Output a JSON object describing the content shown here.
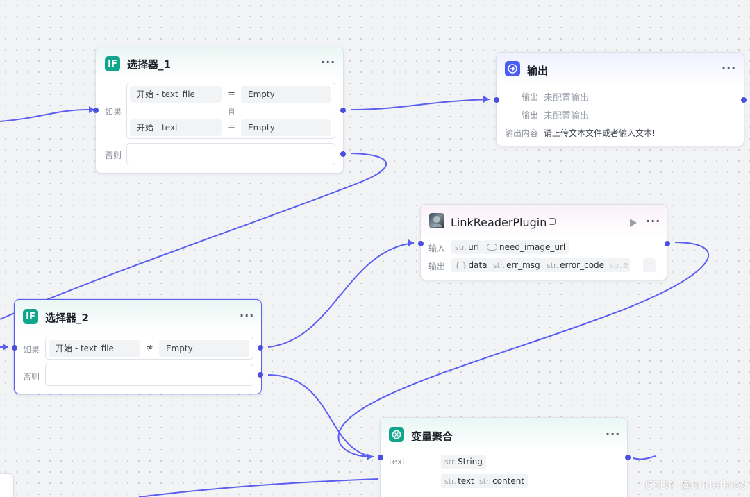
{
  "colors": {
    "wire": "#5b5ef0",
    "teal": "#10a68d",
    "blue": "#4b5cf0"
  },
  "selector1": {
    "badge": "IF",
    "title": "选择器_1",
    "more": "···",
    "if_label": "如果",
    "else_label": "否则",
    "and_label": "且",
    "conditions": [
      {
        "left": "开始 - text_file",
        "op": "=",
        "right": "Empty"
      },
      {
        "left": "开始 - text",
        "op": "=",
        "right": "Empty"
      }
    ]
  },
  "output_node": {
    "title": "输出",
    "more": "···",
    "rows": [
      {
        "label": "输出",
        "value": "未配置输出"
      },
      {
        "label": "输出",
        "value": "未配置输出"
      },
      {
        "label": "输出内容",
        "value": "请上传文本文件或者输入文本!"
      }
    ]
  },
  "plugin": {
    "title": "LinkReaderPlugin",
    "more": "···",
    "input_label": "输入",
    "output_label": "输出",
    "inputs": [
      {
        "type": "str.",
        "name": "url"
      },
      {
        "type": "",
        "name": "need_image_url"
      }
    ],
    "outputs": [
      {
        "type": "{ }",
        "name": "data"
      },
      {
        "type": "str.",
        "name": "err_msg"
      },
      {
        "type": "str.",
        "name": "error_code"
      },
      {
        "type": "str.",
        "name": "e"
      }
    ],
    "overflow": "···"
  },
  "selector2": {
    "badge": "IF",
    "title": "选择器_2",
    "more": "···",
    "if_label": "如果",
    "else_label": "否则",
    "condition": {
      "left": "开始 - text_file",
      "op": "≉",
      "right": "Empty"
    }
  },
  "aggregate": {
    "title": "变量聚合",
    "more": "···",
    "row_label": "text",
    "tags": [
      {
        "type": "str.",
        "name": "String"
      },
      {
        "type": "str.",
        "name": "text"
      },
      {
        "type": "str.",
        "name": "content"
      }
    ]
  },
  "watermark": "CSDN @undefined"
}
